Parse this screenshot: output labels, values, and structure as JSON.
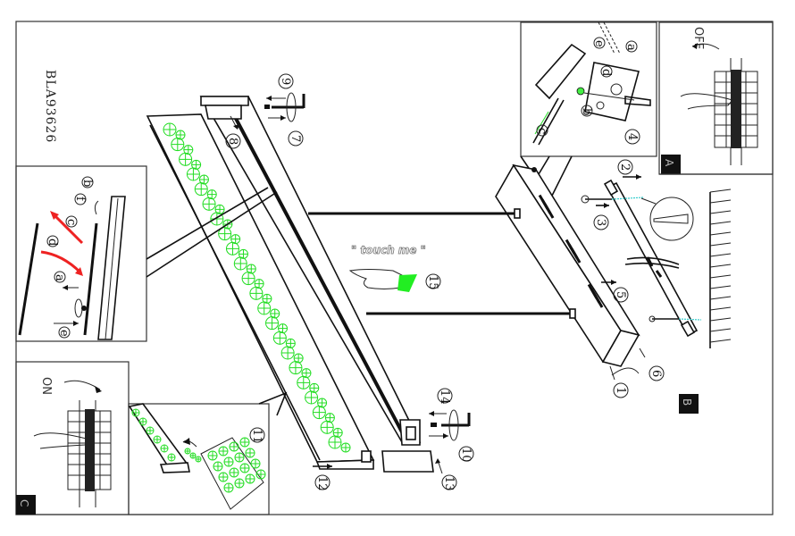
{
  "document": {
    "model_code": "BLA93626",
    "touch_label": "\" touch me \"",
    "switch_off_label": "OFF",
    "switch_on_label": "ON",
    "panels": [
      {
        "id": "A",
        "label": "A",
        "content": "switch-off-breaker"
      },
      {
        "id": "B",
        "label": "B",
        "content": "wall-mount-assembly"
      },
      {
        "id": "C",
        "label": "C",
        "content": "switch-on-breaker"
      }
    ],
    "steps": [
      "1",
      "2",
      "3",
      "4",
      "5",
      "6",
      "7",
      "8",
      "9",
      "10",
      "11",
      "12",
      "13",
      "14",
      "15"
    ],
    "detail_letters": [
      "a",
      "b",
      "c",
      "d",
      "e",
      "f"
    ],
    "colors": {
      "line": "#111111",
      "crystal": "#22dd22",
      "arrow_red": "#ee2222",
      "screw_guide": "#33cccc",
      "badge": "#111111"
    }
  }
}
